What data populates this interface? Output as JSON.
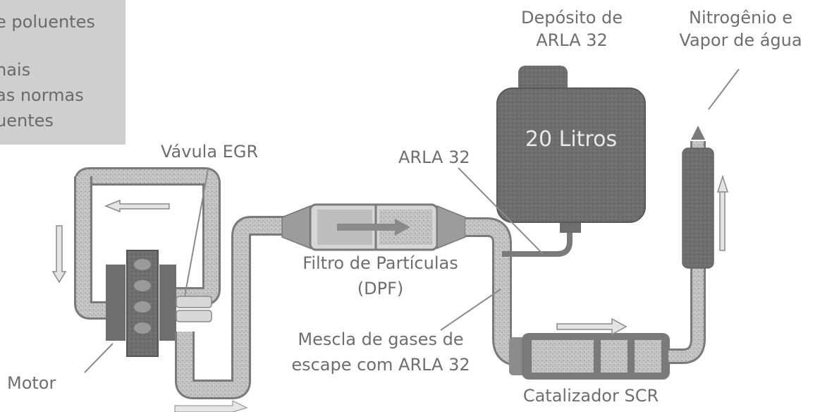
{
  "legend": {
    "lines": [
      "e poluentes",
      "",
      "nais",
      "as normas",
      "uentes"
    ]
  },
  "labels": {
    "valvula_egr": "Vávula EGR",
    "arla_32": "ARLA 32",
    "deposito_line1": "Depósito de",
    "deposito_line2": "ARLA 32",
    "nitrogenio_line1": "Nitrogênio e",
    "nitrogenio_line2": "Vapor de água",
    "filtro_line1": "Filtro de Partículas",
    "filtro_line2": "(DPF)",
    "mescla_line1": "Mescla de gases de",
    "mescla_line2": "escape com ARLA 32",
    "motor": "Motor",
    "catalizador": "Catalizador SCR"
  },
  "tank": {
    "capacity_label": "20 Litros"
  },
  "colors": {
    "pipe": "#a9a9a9",
    "pipe_dark": "#7c7c7c",
    "tank": "#6f6f6f",
    "label": "#6e6e6e",
    "legend_bg": "#cfcfcf"
  }
}
